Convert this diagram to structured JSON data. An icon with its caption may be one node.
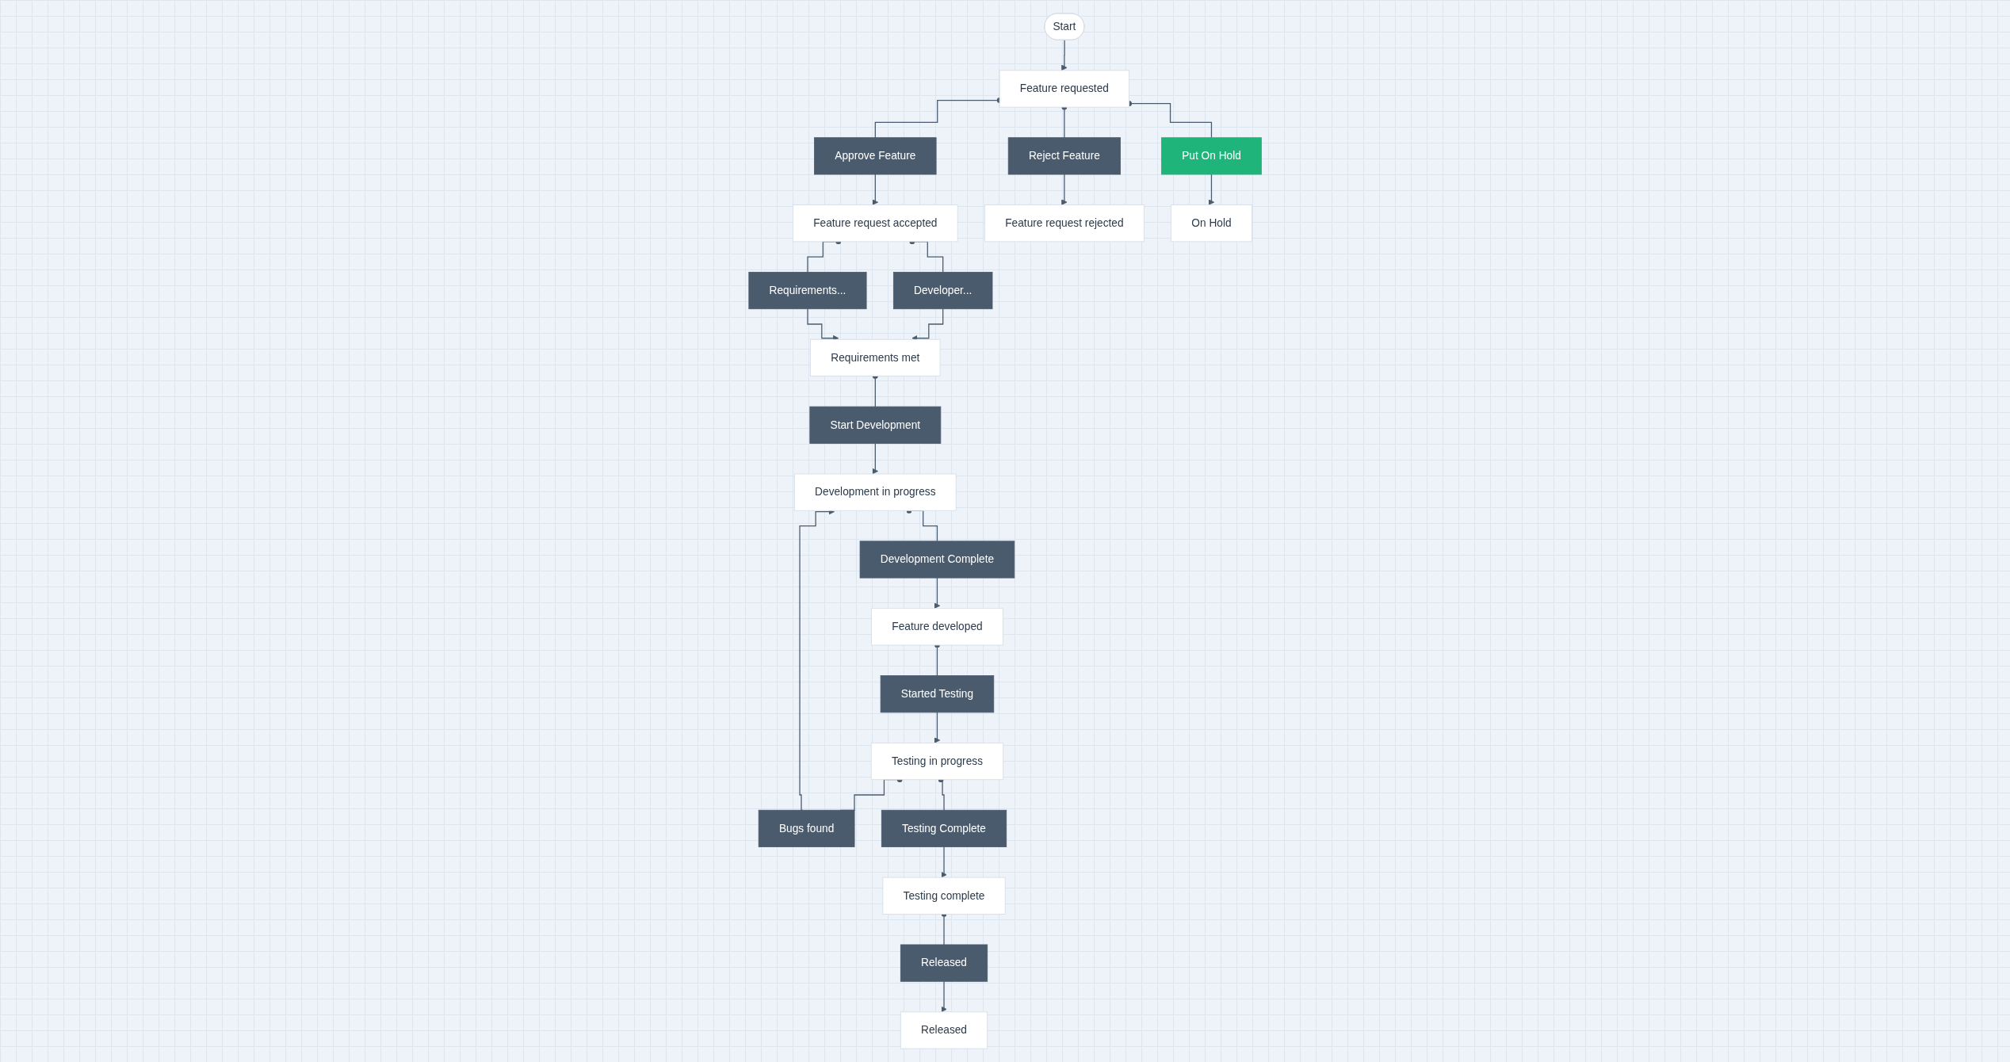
{
  "diagram": {
    "nodes": [
      {
        "text": [
          "Start"
        ]
      },
      {
        "text": [
          "Approve Feature"
        ]
      },
      {
        "text": [
          "Feature requested"
        ]
      },
      {
        "text": [
          "Reject Feature"
        ]
      },
      {
        "text": [
          "Feature request accepted"
        ]
      },
      {
        "text": [
          "Feature request rejected"
        ]
      },
      {
        "text": [
          "Put On Hold"
        ]
      },
      {
        "text": [
          "Developer..."
        ]
      },
      {
        "text": [
          "Requirements..."
        ]
      },
      {
        "text": [
          "On Hold"
        ]
      },
      {
        "text": [
          "Requirements met"
        ]
      },
      {
        "text": [
          "Start Development"
        ]
      },
      {
        "text": [
          "Development in progress"
        ]
      },
      {
        "text": [
          "Bugs found"
        ]
      },
      {
        "text": [
          "Development Complete"
        ]
      },
      {
        "text": [
          "Released"
        ]
      },
      {
        "text": [
          "Feature developed"
        ]
      },
      {
        "text": [
          "Released"
        ]
      },
      {
        "text": [
          "Started Testing"
        ]
      },
      {
        "text": [
          "Testing in progress"
        ]
      },
      {
        "text": [
          "Testing Complete"
        ]
      },
      {
        "text": [
          "Testing complete"
        ]
      }
    ],
    "edges": [
      {
        "from": 0,
        "to": 2,
        "arrow": "to"
      },
      {
        "from": 2,
        "to": 1,
        "arrow": "other"
      },
      {
        "from": 1,
        "to": 4,
        "arrow": "to"
      },
      {
        "from": 2,
        "to": 3,
        "arrow": "other"
      },
      {
        "from": 3,
        "to": 5,
        "arrow": "to"
      },
      {
        "from": 2,
        "to": 6,
        "arrow": "other"
      },
      {
        "from": 6,
        "to": 9,
        "arrow": "to"
      },
      {
        "from": 4,
        "to": 7,
        "arrow": "other"
      },
      {
        "from": 4,
        "to": 8,
        "arrow": "other"
      },
      {
        "from": 7,
        "to": 10,
        "arrow": "to"
      },
      {
        "from": 8,
        "to": 10,
        "arrow": "to"
      },
      {
        "from": 10,
        "to": 11,
        "arrow": "other"
      },
      {
        "from": 11,
        "to": 12,
        "arrow": "to"
      },
      {
        "from": 13,
        "to": 12,
        "arrow": "to"
      },
      {
        "from": 19,
        "to": 13,
        "arrow": "other"
      },
      {
        "from": 12,
        "to": 14,
        "arrow": "other"
      },
      {
        "from": 14,
        "to": 16,
        "arrow": "to"
      },
      {
        "from": 16,
        "to": 18,
        "arrow": "other"
      },
      {
        "from": 18,
        "to": 19,
        "arrow": "to"
      },
      {
        "from": 19,
        "to": 20,
        "arrow": "other"
      },
      {
        "from": 20,
        "to": 21,
        "arrow": "to"
      },
      {
        "from": 21,
        "to": 17,
        "arrow": "other"
      },
      {
        "from": 17,
        "to": 15,
        "arrow": "to"
      }
    ]
  }
}
